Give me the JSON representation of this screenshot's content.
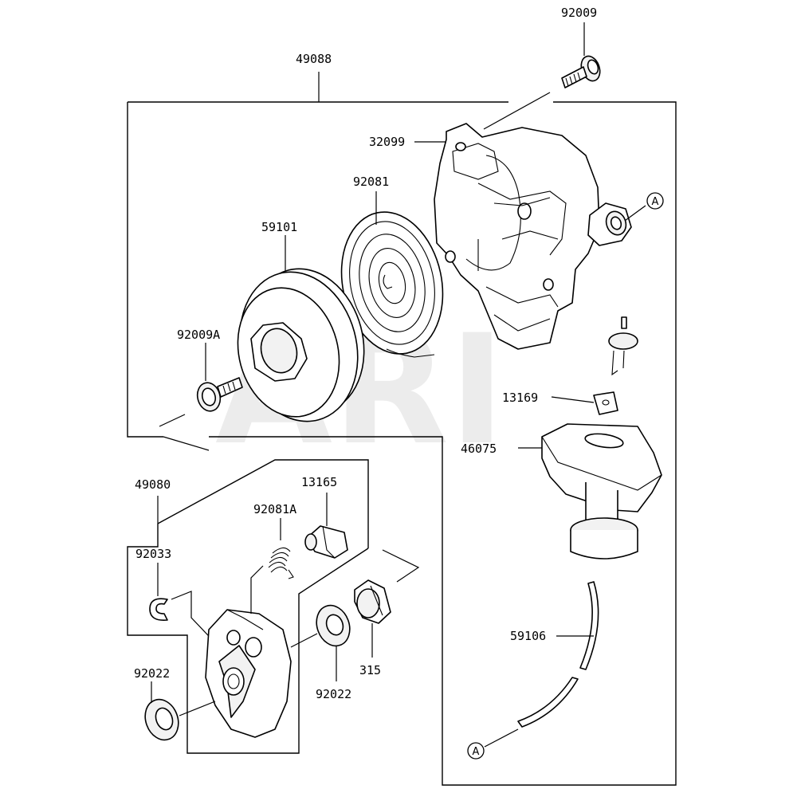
{
  "watermark": "ARI",
  "labels": {
    "p92009": "92009",
    "p49088": "49088",
    "p32099": "32099",
    "p92081": "92081",
    "p59101": "59101",
    "p92009A": "92009A",
    "p13169": "13169",
    "p46075": "46075",
    "p49080": "49080",
    "p13165": "13165",
    "p92081A": "92081A",
    "p92033": "92033",
    "p92022_left": "92022",
    "p92022_mid": "92022",
    "p315": "315",
    "p59106": "59106"
  },
  "refs": {
    "ref_a_top": "A",
    "ref_a_bottom": "A"
  }
}
